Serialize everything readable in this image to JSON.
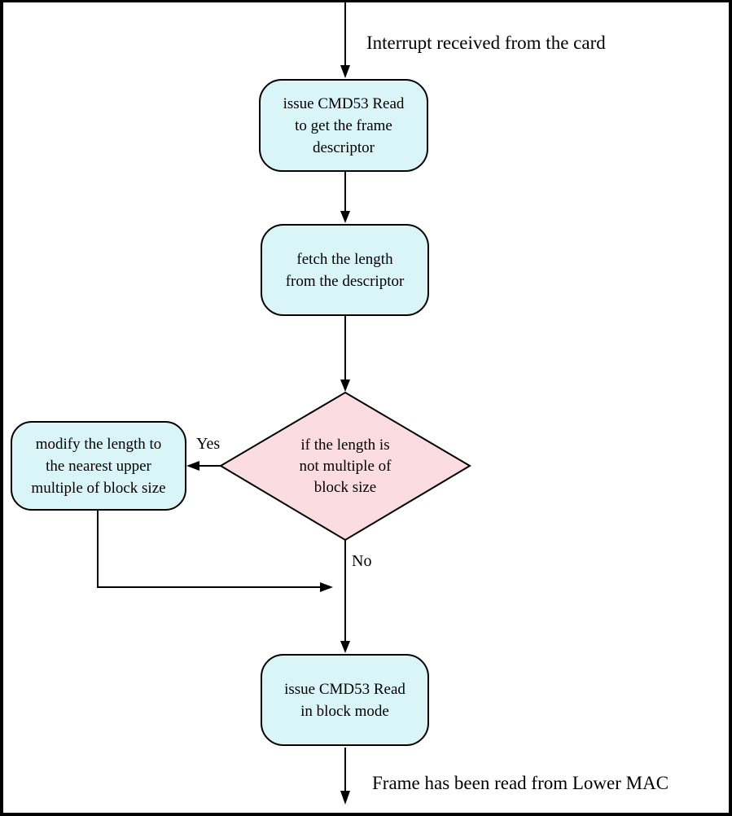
{
  "diagram": {
    "start_label": "Interrupt received from the card",
    "end_label": "Frame has been read from Lower MAC",
    "nodes": {
      "issue_read_descriptor": {
        "type": "process",
        "text": "issue CMD53 Read\nto get the frame\ndescriptor"
      },
      "fetch_length": {
        "type": "process",
        "text": "fetch the length\nfrom the descriptor"
      },
      "decision_block_multiple": {
        "type": "decision",
        "text": "if the length is\nnot multiple of\nblock size"
      },
      "modify_length": {
        "type": "process",
        "text": "modify the length to\nthe nearest upper\nmultiple of block size"
      },
      "issue_read_block": {
        "type": "process",
        "text": "issue CMD53 Read\nin block mode"
      }
    },
    "edges": {
      "yes_label": "Yes",
      "no_label": "No"
    }
  },
  "colors": {
    "process_fill": "#d9f5f7",
    "decision_fill": "#fbdce1",
    "line_color": "#000000",
    "background": "#ffffff"
  }
}
